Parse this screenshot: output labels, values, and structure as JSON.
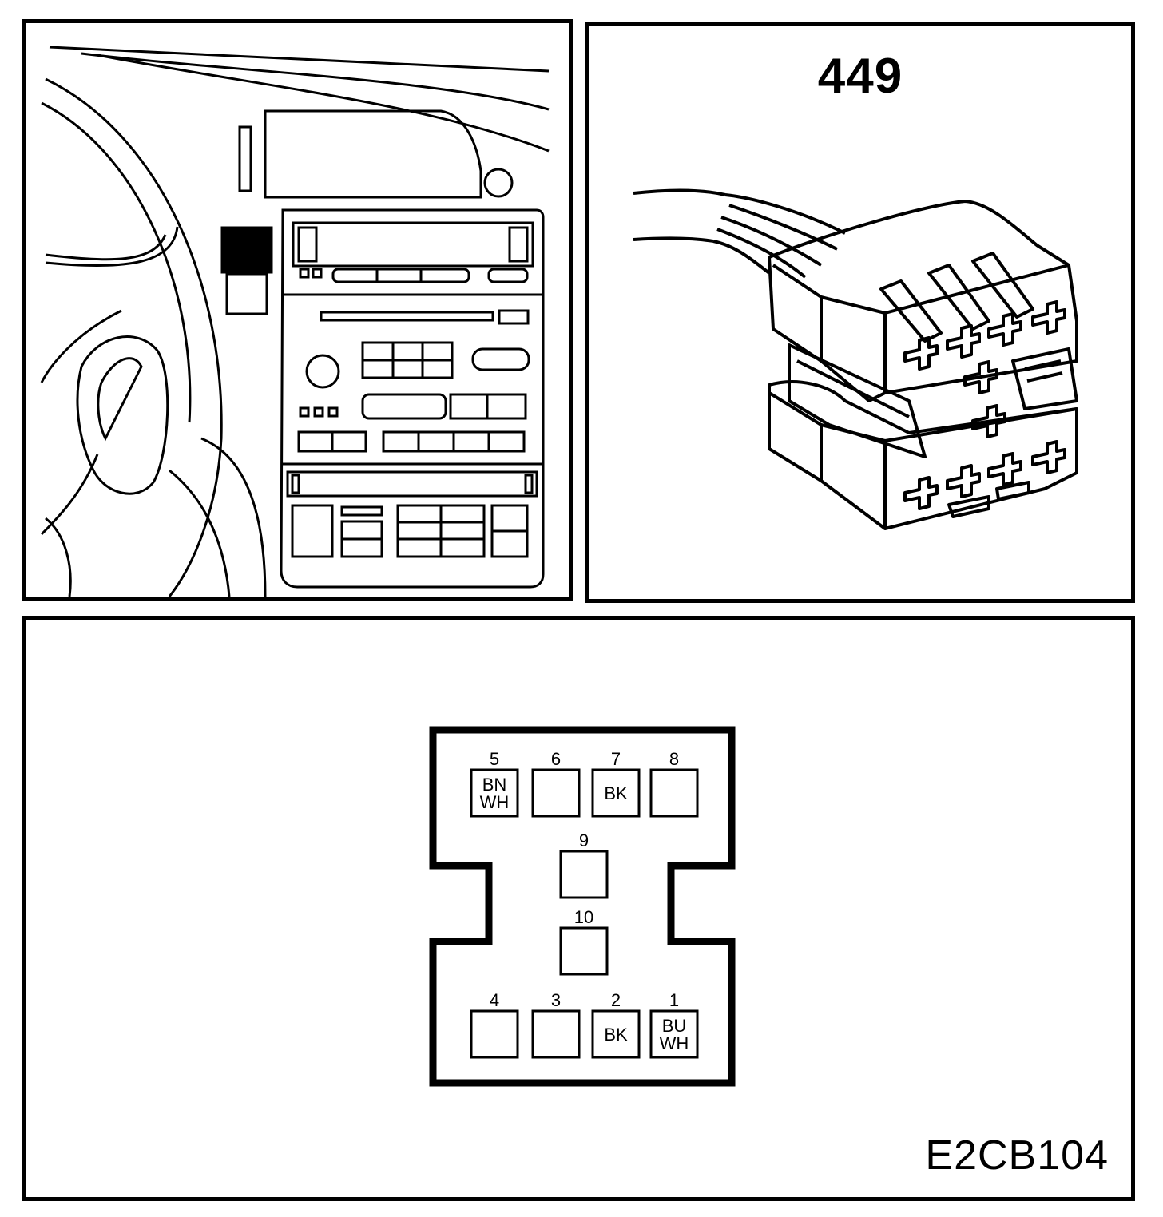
{
  "connector": {
    "number": "449"
  },
  "diagram_code": "E2CB104",
  "pins": [
    {
      "num": "5",
      "wire": [
        "BN",
        "WH"
      ]
    },
    {
      "num": "6",
      "wire": []
    },
    {
      "num": "7",
      "wire": [
        "BK"
      ]
    },
    {
      "num": "8",
      "wire": []
    },
    {
      "num": "9",
      "wire": []
    },
    {
      "num": "10",
      "wire": []
    },
    {
      "num": "4",
      "wire": []
    },
    {
      "num": "3",
      "wire": []
    },
    {
      "num": "2",
      "wire": [
        "BK"
      ]
    },
    {
      "num": "1",
      "wire": [
        "BU",
        "WH"
      ]
    }
  ],
  "colors": {
    "line": "#000000",
    "background": "#ffffff"
  }
}
